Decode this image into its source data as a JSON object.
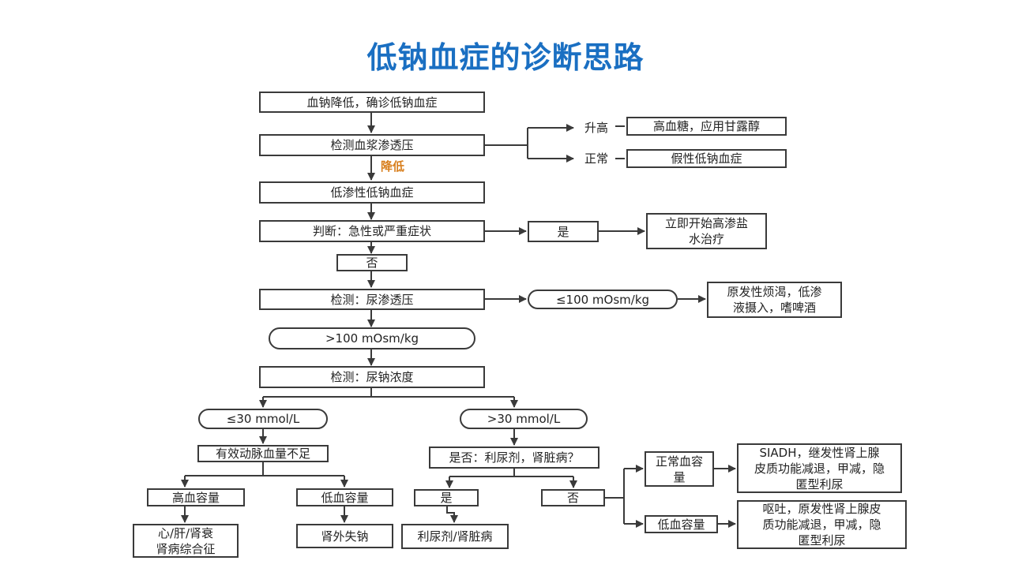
{
  "title": "低钠血症的诊断思路",
  "nodes": {
    "n1": "血钠降低，确诊低钠血症",
    "n2": "检测血浆渗透压",
    "n3": "低渗性低钠血症",
    "n4": "判断：急性或严重症状",
    "n5": "否",
    "n6": "检测：尿渗透压",
    "n7": ">100 mOsm/kg",
    "n8": "检测：尿钠浓度",
    "r1": "高血糖，应用甘露醇",
    "r2": "假性低钠血症",
    "r3": "是",
    "r4a": "立即开始高渗盐",
    "r4b": "水治疗",
    "r5": "≤100 mOsm/kg",
    "r6a": "原发性烦渴，低渗",
    "r6b": "液摄入，嗜啤酒",
    "l1": "≤30 mmol/L",
    "l2": "有效动脉血量不足",
    "l3": "高血容量",
    "l4": "低血容量",
    "l5a": "心/肝/肾衰",
    "l5b": "肾病综合征",
    "l6": "肾外失钠",
    "m1": ">30 mmol/L",
    "m2": "是否：利尿剂，肾脏病？",
    "m3": "是",
    "m4": "否",
    "m5": "利尿剂/肾脏病",
    "m6a": "正常血容",
    "m6b": "量",
    "m7": "低血容量",
    "m8a": "SIADH，继发性肾上腺",
    "m8b": "皮质功能减退，甲减，隐",
    "m8c": "匿型利尿",
    "m9a": "呕吐，原发性肾上腺皮",
    "m9b": "质功能减退，甲减，隐",
    "m9c": "匿型利尿"
  },
  "labels": {
    "up": "升高",
    "normal": "正常",
    "down": "降低"
  },
  "colors": {
    "title": "#1a6fc2",
    "label_down": "#d87f1e",
    "line": "#3a3a3a"
  }
}
